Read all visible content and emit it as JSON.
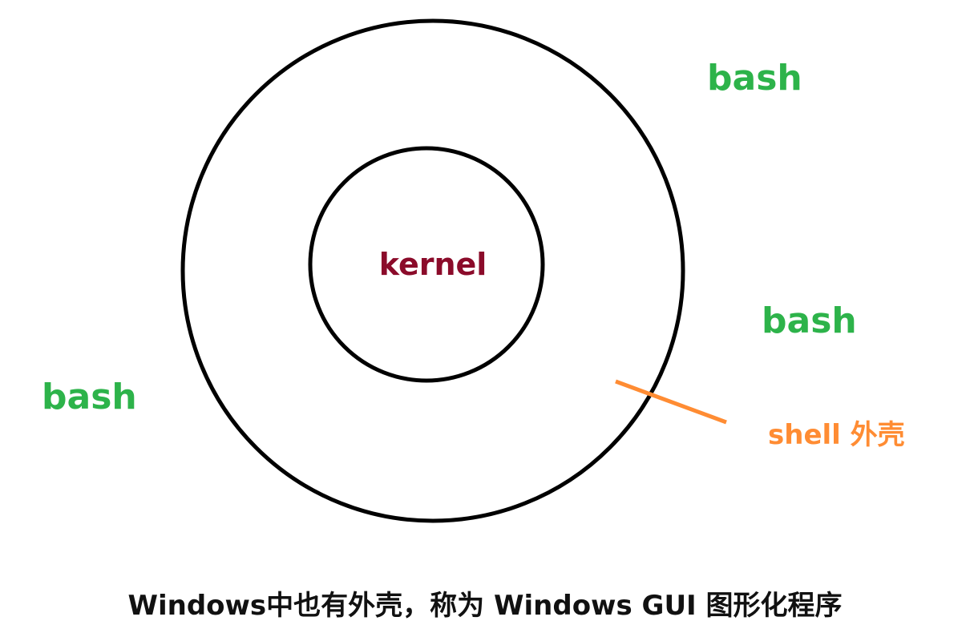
{
  "labels": {
    "kernel": "kernel",
    "bash_top_right": "bash",
    "bash_mid_right": "bash",
    "bash_left": "bash",
    "shell": "shell 外壳"
  },
  "caption": "Windows中也有外壳，称为 Windows GUI 图形化程序",
  "colors": {
    "ring": "#000000",
    "kernel": "#8b0b2a",
    "bash": "#2db34a",
    "shell": "#ff8c33",
    "caption": "#111111"
  }
}
